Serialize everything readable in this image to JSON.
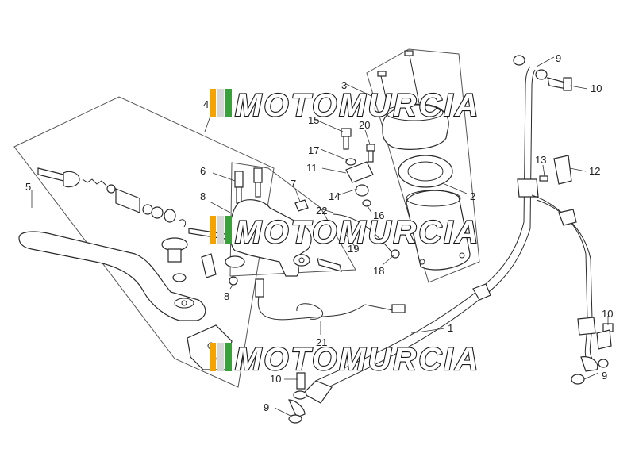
{
  "watermark": {
    "text": "MOTOMURCIA",
    "stripe_colors": [
      "#f4a300",
      "#d6d6d6",
      "#3aa03a"
    ]
  },
  "callouts": [
    {
      "id": "c1",
      "label": "1"
    },
    {
      "id": "c2",
      "label": "2"
    },
    {
      "id": "c3",
      "label": "3"
    },
    {
      "id": "c4",
      "label": "4"
    },
    {
      "id": "c5",
      "label": "5"
    },
    {
      "id": "c6",
      "label": "6"
    },
    {
      "id": "c7",
      "label": "7"
    },
    {
      "id": "c8a",
      "label": "8"
    },
    {
      "id": "c8b",
      "label": "8"
    },
    {
      "id": "c9a",
      "label": "9"
    },
    {
      "id": "c9b",
      "label": "9"
    },
    {
      "id": "c9c",
      "label": "9"
    },
    {
      "id": "c10a",
      "label": "10"
    },
    {
      "id": "c10b",
      "label": "10"
    },
    {
      "id": "c10c",
      "label": "10"
    },
    {
      "id": "c11",
      "label": "11"
    },
    {
      "id": "c12",
      "label": "12"
    },
    {
      "id": "c13",
      "label": "13"
    },
    {
      "id": "c14",
      "label": "14"
    },
    {
      "id": "c15",
      "label": "15"
    },
    {
      "id": "c16",
      "label": "16"
    },
    {
      "id": "c17",
      "label": "17"
    },
    {
      "id": "c18",
      "label": "18"
    },
    {
      "id": "c19",
      "label": "19"
    },
    {
      "id": "c20",
      "label": "20"
    },
    {
      "id": "c21",
      "label": "21"
    },
    {
      "id": "c22",
      "label": "22"
    }
  ]
}
